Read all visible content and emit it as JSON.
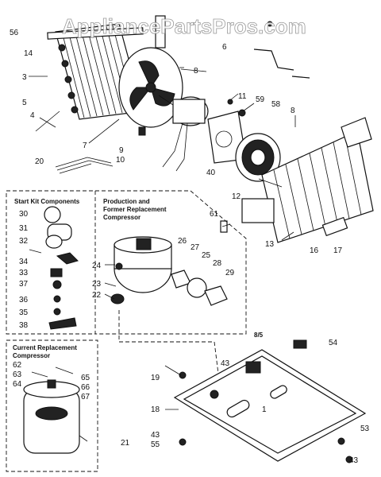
{
  "watermark": "AppliancePartsPros.com",
  "boxes": {
    "start_kit": "Start Kit Components",
    "production_line1": "Production and",
    "production_line2": "Former Replacement",
    "production_line3": "Compressor",
    "current_line1": "Current Replacement",
    "current_line2": "Compressor",
    "page_mark": "8/5"
  },
  "labels": {
    "p56": "56",
    "p14": "14",
    "p3": "3",
    "p5": "5",
    "p4": "4",
    "p7": "7",
    "p9": "9",
    "p10": "10",
    "p8a": "8",
    "p6": "6",
    "p11": "11",
    "p59": "59",
    "p58": "58",
    "p8b": "8",
    "p20": "20",
    "p40": "40",
    "p12": "12",
    "p61": "61",
    "p13": "13",
    "p16": "16",
    "p17": "17",
    "p30": "30",
    "p31": "31",
    "p32": "32",
    "p34": "34",
    "p33": "33",
    "p37": "37",
    "p36": "36",
    "p35": "35",
    "p38": "38",
    "p24": "24",
    "p23": "23",
    "p22": "22",
    "p26": "26",
    "p27": "27",
    "p25": "25",
    "p28": "28",
    "p29": "29",
    "p54": "54",
    "p43a": "43",
    "p19": "19",
    "p1": "1",
    "p18": "18",
    "p62": "62",
    "p63": "63",
    "p64": "64",
    "p65": "65",
    "p66": "66",
    "p67": "67",
    "p21": "21",
    "p43b": "43",
    "p55": "55",
    "p53": "53",
    "p43c": "43"
  }
}
